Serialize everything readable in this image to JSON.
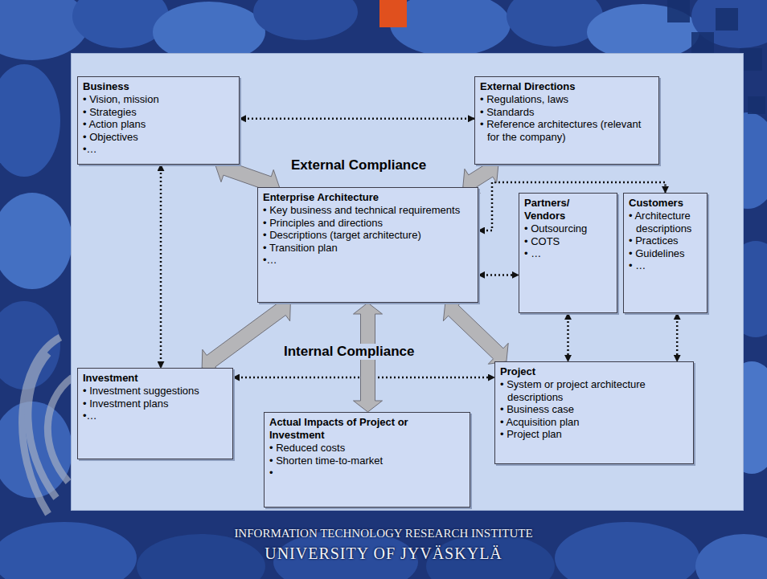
{
  "diagram": {
    "nodes": [
      {
        "text": [
          "Business",
          "• Vision, mission",
          "• Strategies",
          "• Action plans",
          "• Objectives",
          "•…"
        ]
      },
      {
        "text": [
          "External  Directions",
          "• Regulations, laws",
          "• Standards",
          "• Reference architectures (relevant for the company)"
        ]
      },
      {
        "text": [
          "Enterprise Architecture",
          "• Key business and technical requirements",
          "• Principles and directions",
          "• Descriptions (target architecture)",
          "• Transition plan",
          "•…"
        ]
      },
      {
        "text": [
          "Partners/ Vendors",
          "• Outsourcing",
          "• COTS",
          "• …"
        ]
      },
      {
        "text": [
          "Customers",
          "• Architecture descriptions",
          "• Practices",
          "• Guidelines",
          "• …"
        ]
      },
      {
        "text": [
          "Investment",
          "• Investment suggestions",
          "• Investment plans",
          "•…"
        ]
      },
      {
        "text": [
          "Project",
          "• System or project architecture descriptions",
          "• Business case",
          "• Acquisition plan",
          "• Project plan"
        ]
      },
      {
        "text": [
          "Actual Impacts of Project or Investment",
          "• Reduced costs",
          "• Shorten time-to-market",
          "•"
        ]
      }
    ],
    "edges": [
      {
        "from": 0,
        "to": 1,
        "arrow": "both"
      },
      {
        "from": 0,
        "to": 5,
        "arrow": "both"
      },
      {
        "from": 2,
        "to": 4,
        "arrow": "both"
      },
      {
        "from": 2,
        "to": 3,
        "arrow": "both"
      },
      {
        "from": 3,
        "to": 6,
        "arrow": "both"
      },
      {
        "from": 4,
        "to": 6,
        "arrow": "both"
      },
      {
        "from": 5,
        "to": 6,
        "arrow": "both"
      },
      {
        "from": 0,
        "to": 2,
        "arrow": "both"
      },
      {
        "from": 1,
        "to": 2,
        "arrow": "both"
      },
      {
        "from": 2,
        "to": 5,
        "arrow": "both"
      },
      {
        "from": 2,
        "to": 7,
        "arrow": "both"
      },
      {
        "from": 2,
        "to": 6,
        "arrow": "both"
      }
    ],
    "labels": [
      "External Compliance",
      "Internal Compliance",
      "INFORMATION TECHNOLOGY RESEARCH INSTITUTE",
      "UNIVERSITY OF JYVÄSKYLÄ"
    ]
  }
}
